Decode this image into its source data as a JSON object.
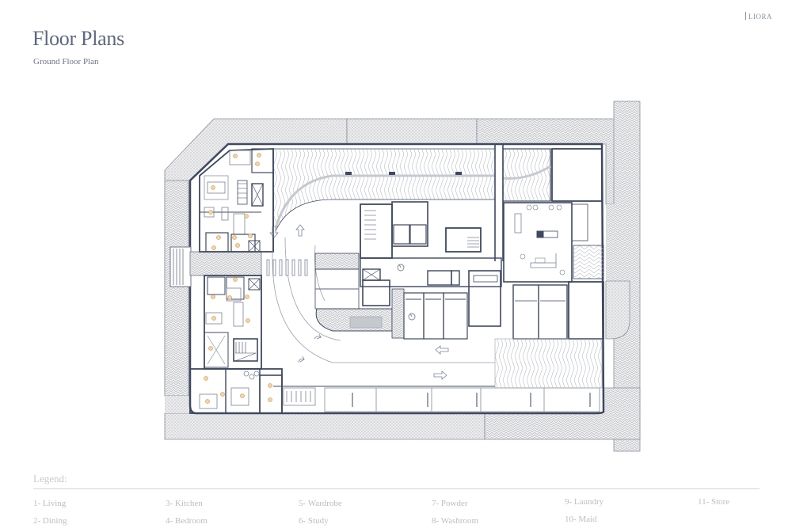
{
  "header": {
    "brand": "LIORA",
    "title": "Floor Plans",
    "subtitle": "Ground Floor Plan"
  },
  "plan": {
    "name": "Ground Floor Plan",
    "colors": {
      "wall": "#3f4860",
      "line": "#8c93a3",
      "hatch": "#b9bcc2",
      "fixture": "#d9a86a",
      "background": "#ffffff"
    },
    "symbols": {
      "accessible_parking": "wheelchair-icon",
      "traffic_arrows": [
        "arrow-down",
        "arrow-up",
        "arrow-left",
        "arrow-right",
        "curved-arrow",
        "curved-arrow"
      ]
    }
  },
  "legend": {
    "title": "Legend:",
    "items": [
      {
        "label": "1- Living"
      },
      {
        "label": "2- Dining"
      },
      {
        "label": "3- Kitchen"
      },
      {
        "label": "4- Bedroom"
      },
      {
        "label": "5- Wardrobe"
      },
      {
        "label": "6- Study"
      },
      {
        "label": "7- Powder"
      },
      {
        "label": "8- Washroom"
      },
      {
        "label": "9- Laundry"
      },
      {
        "label": "10- Maid"
      },
      {
        "label": "11- Store"
      }
    ]
  }
}
